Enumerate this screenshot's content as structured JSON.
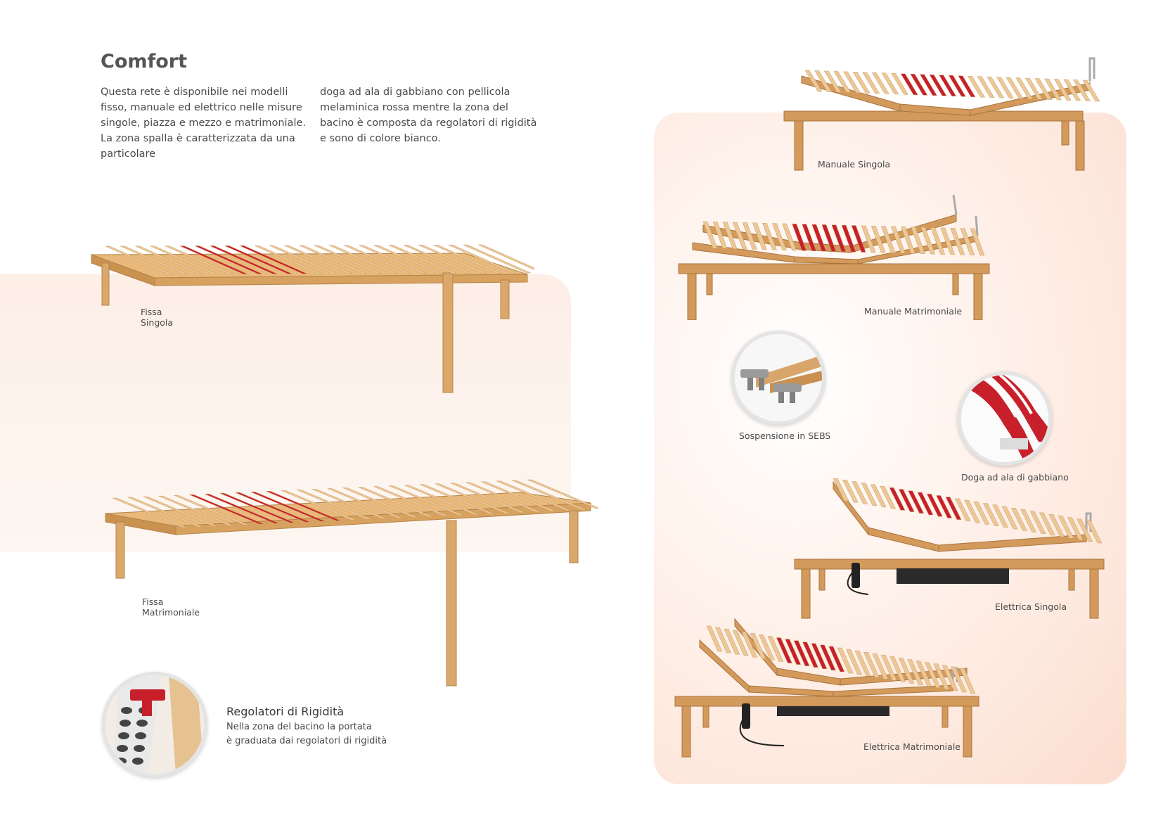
{
  "page": {
    "title": "Comfort",
    "intro_col1": "Questa rete è disponibile nei modelli fisso, manuale ed elettrico nelle misure singole, piazza e mezzo e matrimoniale. La zona spalla è caratterizzata da una particolare",
    "intro_col2": "doga ad ala di gabbiano con pellicola melaminica rossa mentre la zona del bacino è composta da regolatori di rigidità e sono di colore bianco."
  },
  "products": {
    "fissa_singola": {
      "line1": "Fissa",
      "line2": "Singola"
    },
    "fissa_matrimoniale": {
      "line1": "Fissa",
      "line2": "Matrimoniale"
    },
    "manuale_singola": "Manuale Singola",
    "manuale_matrimoniale": "Manuale Matrimoniale",
    "elettrica_singola": "Elettrica Singola",
    "elettrica_matrimoniale": "Elettrica Matrimoniale"
  },
  "details": {
    "sospensione": "Sospensione in SEBS",
    "doga": "Doga ad ala di gabbiano",
    "regolatori_title": "Regolatori di Rigidità",
    "regolatori_text_line1": "Nella zona del bacino la portata",
    "regolatori_text_line2": "è graduata dai regolatori di rigidità"
  },
  "colors": {
    "wood": "#d9a86a",
    "slat": "#ecc898",
    "red_film": "#c8202a",
    "peach_panel": "#fde7dc"
  }
}
